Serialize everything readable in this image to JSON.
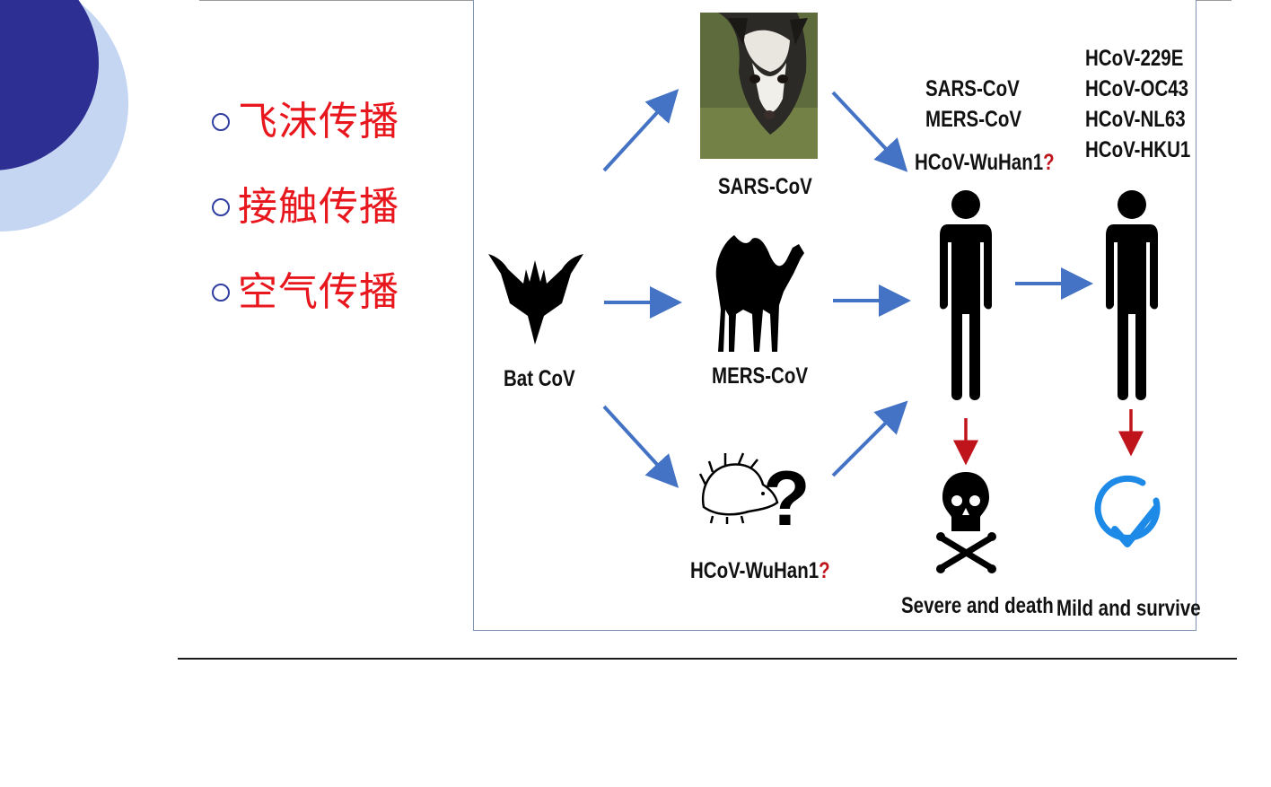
{
  "bullets": [
    {
      "text": "飞沫传播"
    },
    {
      "text": "接触传播"
    },
    {
      "text": "空气传播"
    }
  ],
  "figure": {
    "bat_label": "Bat CoV",
    "civet_label": "SARS-CoV",
    "camel_label": "MERS-CoV",
    "hedgehog_label": "HCoV-WuHan1",
    "hedgehog_question": "?",
    "severe_group": {
      "line1": "SARS-CoV",
      "line2": "MERS-CoV",
      "line3": "HCoV-WuHan1",
      "line3_question": "?"
    },
    "mild_group": [
      "HCoV-229E",
      "HCoV-OC43",
      "HCoV-NL63",
      "HCoV-HKU1"
    ],
    "severe_label": "Severe and death",
    "mild_label": "Mild and survive"
  },
  "colors": {
    "arrow_blue": "#4472c4",
    "arrow_red": "#c0141c",
    "bullet_text": "#e8161d",
    "bullet_circle": "#2f3ea0",
    "check_blue": "#1e8ae8",
    "deco_dark": "#2e2f93",
    "deco_light": "#c5d6f3"
  },
  "icons": [
    "bat-icon",
    "civet-photo",
    "camel-icon",
    "hedgehog-icon",
    "question-mark-icon",
    "person-icon",
    "skull-crossbones-icon",
    "checkmark-circle-icon"
  ]
}
